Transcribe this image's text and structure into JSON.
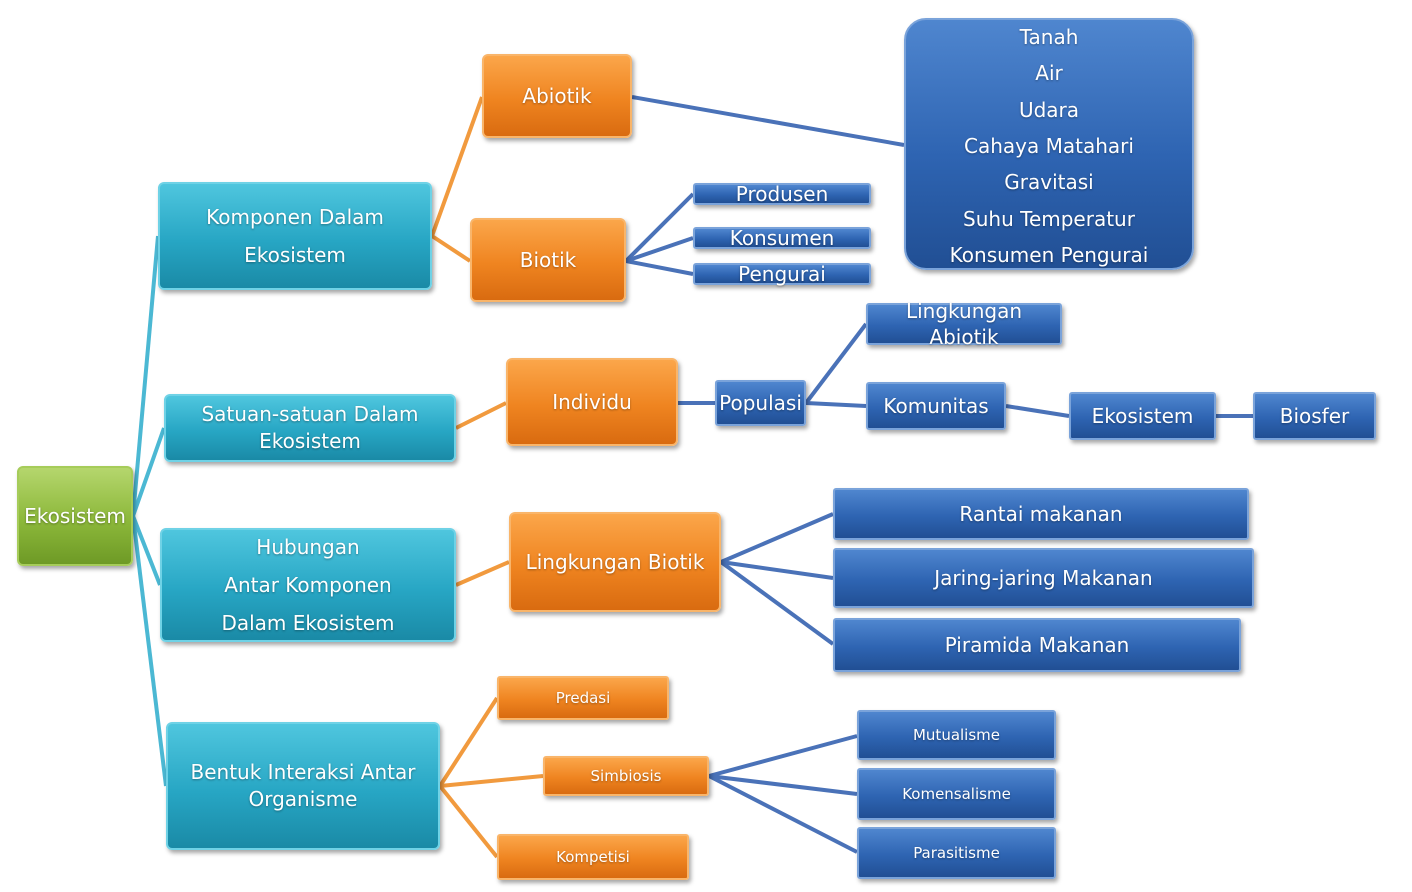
{
  "root": {
    "label": "Ekosistem"
  },
  "branches": {
    "komponen": {
      "lines": [
        "Komponen Dalam",
        "Ekosistem"
      ]
    },
    "satuan": {
      "lines": [
        "Satuan-satuan Dalam",
        "Ekosistem"
      ]
    },
    "hubungan": {
      "lines": [
        "Hubungan",
        "Antar Komponen",
        "Dalam Ekosistem"
      ]
    },
    "bentuk": {
      "lines": [
        "Bentuk Interaksi Antar",
        "Organisme"
      ]
    }
  },
  "komponen_children": {
    "abiotik": "Abiotik",
    "biotik": "Biotik"
  },
  "abiotik_items": [
    "Tanah",
    "Air",
    "Udara",
    "Cahaya Matahari",
    "Gravitasi",
    "Suhu Temperatur",
    "Konsumen Pengurai"
  ],
  "biotik_items": [
    "Produsen",
    "Konsumen",
    "Pengurai"
  ],
  "satuan_chain": {
    "individu": "Individu",
    "populasi": "Populasi",
    "lingkungan_abiotik": [
      "Lingkungan",
      "Abiotik"
    ],
    "komunitas": "Komunitas",
    "ekosistem": "Ekosistem",
    "biosfer": "Biosfer"
  },
  "hubungan_children": {
    "lingkungan_biotik": "Lingkungan Biotik",
    "items": [
      "Rantai makanan",
      "Jaring-jaring Makanan",
      "Piramida Makanan"
    ]
  },
  "interaksi": {
    "predasi": "Predasi",
    "simbiosis": "Simbiosis",
    "kompetisi": "Kompetisi",
    "simbiosis_items": [
      "Mutualisme",
      "Komensalisme",
      "Parasitisme"
    ]
  },
  "colors": {
    "root": "#8cb83a",
    "branch": "#27a6c4",
    "secondary": "#ef8420",
    "leaf": "#2e64b2",
    "connector_cyan": "#4bb8d3",
    "connector_orange": "#f19a3e",
    "connector_blue": "#4a72b8"
  }
}
